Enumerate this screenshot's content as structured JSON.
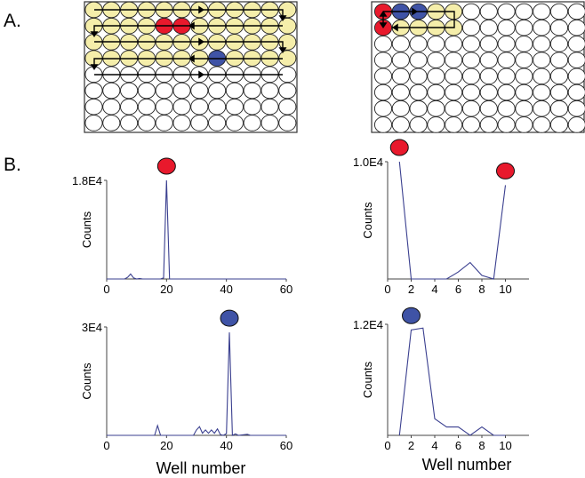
{
  "panel_labels": {
    "a": "A.",
    "b": "B."
  },
  "colors": {
    "plate_fill": "#f5eeaa",
    "red_marker": "#e8192c",
    "blue_marker": "#3f53a6",
    "trace": "#3a3f8f"
  },
  "plates": [
    {
      "name": "plate-left",
      "rows": 8,
      "cols": 12,
      "filled_rows": 4,
      "red_wells": [
        [
          1,
          4
        ],
        [
          1,
          5
        ]
      ],
      "blue_wells": [
        [
          3,
          7
        ]
      ]
    },
    {
      "name": "plate-right",
      "rows": 8,
      "cols": 12,
      "yellow_wells": [
        [
          0,
          3
        ],
        [
          0,
          4
        ],
        [
          1,
          1
        ],
        [
          1,
          2
        ],
        [
          1,
          3
        ],
        [
          1,
          4
        ]
      ],
      "red_wells": [
        [
          0,
          0
        ],
        [
          1,
          0
        ]
      ],
      "blue_wells": [
        [
          0,
          1
        ],
        [
          0,
          2
        ]
      ]
    }
  ],
  "shared_xlabel": "Well number",
  "chart_data": [
    {
      "type": "line",
      "ylabel": "Counts",
      "ymax_label": "1.8E4",
      "xlim": [
        0,
        60
      ],
      "ylim": [
        0,
        18000
      ],
      "xticks": [
        0,
        20,
        40,
        60
      ],
      "marker_color": "red",
      "marker_at": 20,
      "x": [
        0,
        6,
        7,
        8,
        9,
        10,
        11,
        12,
        18,
        19,
        20,
        21,
        22,
        60
      ],
      "y": [
        0,
        0,
        300,
        900,
        200,
        0,
        100,
        0,
        0,
        200,
        18000,
        0,
        0,
        0
      ]
    },
    {
      "type": "line",
      "ylabel": "Counts",
      "ymax_label": "1.0E4",
      "xlim": [
        0,
        12
      ],
      "ylim": [
        0,
        10000
      ],
      "xticks": [
        0,
        2,
        4,
        6,
        8,
        10
      ],
      "marker_color": "red",
      "marker_at": [
        1,
        10
      ],
      "x": [
        1,
        2,
        3,
        4,
        5,
        6,
        7,
        8,
        9,
        10
      ],
      "y": [
        10000,
        0,
        0,
        0,
        0,
        600,
        1400,
        300,
        0,
        8000
      ]
    },
    {
      "type": "line",
      "ylabel": "Counts",
      "ymax_label": "3E4",
      "xlim": [
        0,
        60
      ],
      "ylim": [
        0,
        30000
      ],
      "xticks": [
        0,
        20,
        40,
        60
      ],
      "marker_color": "blue",
      "marker_at": 41,
      "x": [
        0,
        16,
        17,
        18,
        29,
        30,
        31,
        32,
        33,
        34,
        35,
        36,
        37,
        38,
        39,
        40,
        41,
        42,
        43,
        44,
        47,
        48,
        60
      ],
      "y": [
        0,
        0,
        2700,
        0,
        0,
        1500,
        2400,
        600,
        1500,
        600,
        1500,
        600,
        1800,
        200,
        0,
        500,
        28500,
        0,
        400,
        0,
        300,
        0,
        0
      ]
    },
    {
      "type": "line",
      "ylabel": "Counts",
      "ymax_label": "1.2E4",
      "xlim": [
        0,
        12
      ],
      "ylim": [
        0,
        12000
      ],
      "xticks": [
        0,
        2,
        4,
        6,
        8,
        10
      ],
      "marker_color": "blue",
      "marker_at": 2,
      "x": [
        1,
        2,
        3,
        4,
        5,
        6,
        7,
        8,
        9,
        10
      ],
      "y": [
        0,
        11400,
        11600,
        1800,
        900,
        900,
        0,
        900,
        0,
        0
      ]
    }
  ]
}
